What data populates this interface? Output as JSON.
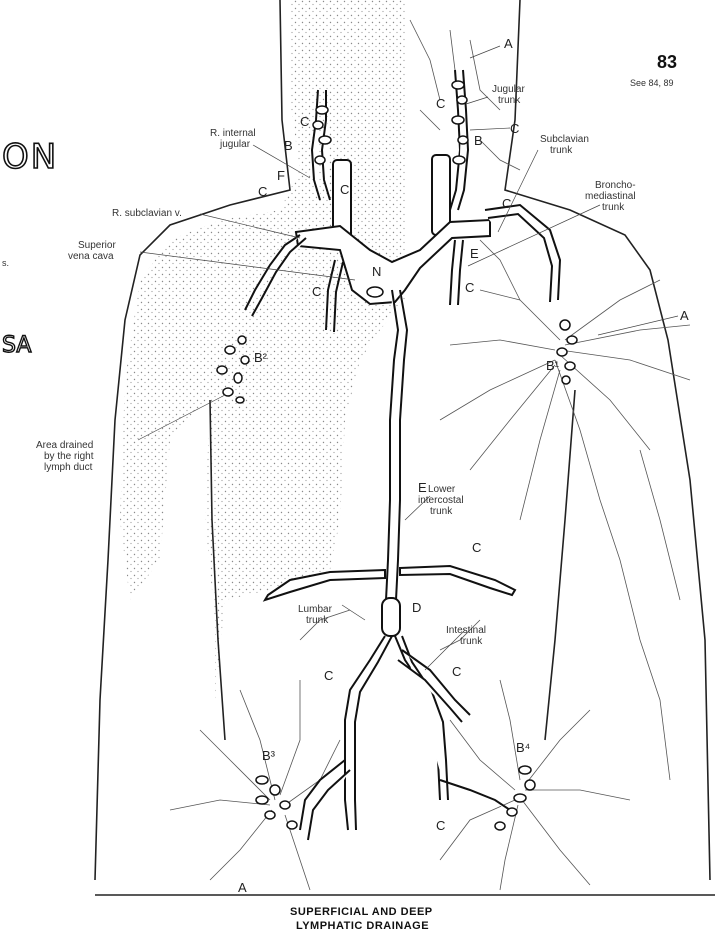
{
  "page": {
    "number": "83",
    "see_also": "See 84, 89"
  },
  "margin_fragments": {
    "title_part": "ON",
    "letter_a": "SA",
    "tiny": "s."
  },
  "caption": {
    "line1": "SUPERFICIAL AND DEEP",
    "line2": "LYMPHATIC DRAINAGE"
  },
  "labels": {
    "jugular_trunk": [
      "Jugular",
      "trunk"
    ],
    "r_internal_jugular": [
      "R. internal",
      "jugular"
    ],
    "subclavian_trunk": [
      "Subclavian",
      "trunk"
    ],
    "broncho_mediastinal": [
      "Broncho-",
      "mediastinal",
      "trunk"
    ],
    "r_subclavian_v": "R. subclavian v.",
    "superior_vena_cava": [
      "Superior",
      "vena cava"
    ],
    "area_drained": [
      "Area drained",
      "by the right",
      "lymph duct"
    ],
    "lower_intercostal": [
      "Lower",
      "intercostal",
      "trunk"
    ],
    "lumbar_trunk": [
      "Lumbar",
      "trunk"
    ],
    "intestinal_trunk": [
      "Intestinal",
      "trunk"
    ]
  },
  "letters": {
    "a": "A",
    "b": "B",
    "c": "C",
    "d": "D",
    "e": "E",
    "f": "F",
    "n": "N",
    "b1": "B¹",
    "b2": "B²",
    "b3": "B³",
    "b4": "B⁴"
  },
  "colors": {
    "line": "#111111",
    "stipple": "#8a8a8a",
    "paper": "#ffffff"
  }
}
